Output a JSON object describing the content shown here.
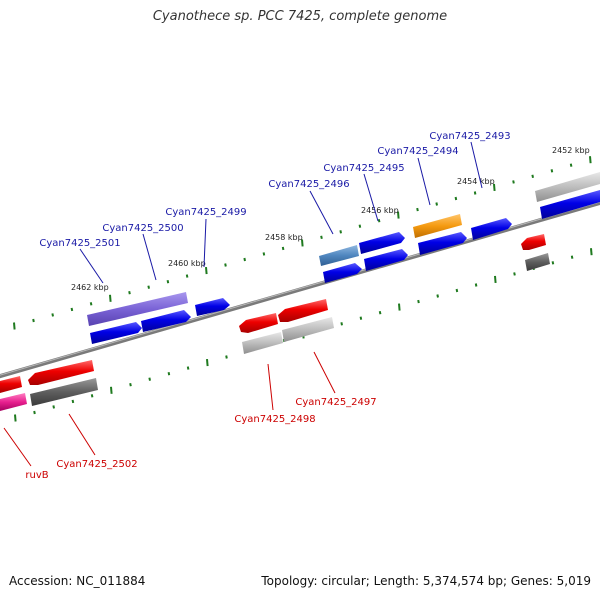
{
  "title": "Cyanothece sp. PCC 7425, complete genome",
  "footer": {
    "accession": "Accession: NC_011884",
    "summary": "Topology: circular; Length: 5,374,574 bp; Genes: 5,019"
  },
  "colors": {
    "forward_label": "#1a1aa6",
    "reverse_label": "#cc0000",
    "backbone": "#7a7a7a",
    "tick": "#1f7a1f"
  },
  "scale_labels": [
    "2462 kbp",
    "2460 kbp",
    "2458 kbp",
    "2456 kbp",
    "2454 kbp",
    "2452 kbp"
  ],
  "labels_forward": [
    "Cyan7425_2501",
    "Cyan7425_2500",
    "Cyan7425_2499",
    "Cyan7425_2496",
    "Cyan7425_2495",
    "Cyan7425_2494",
    "Cyan7425_2493"
  ],
  "labels_reverse": [
    "ruvB",
    "Cyan7425_2502",
    "Cyan7425_2498",
    "Cyan7425_2497"
  ]
}
